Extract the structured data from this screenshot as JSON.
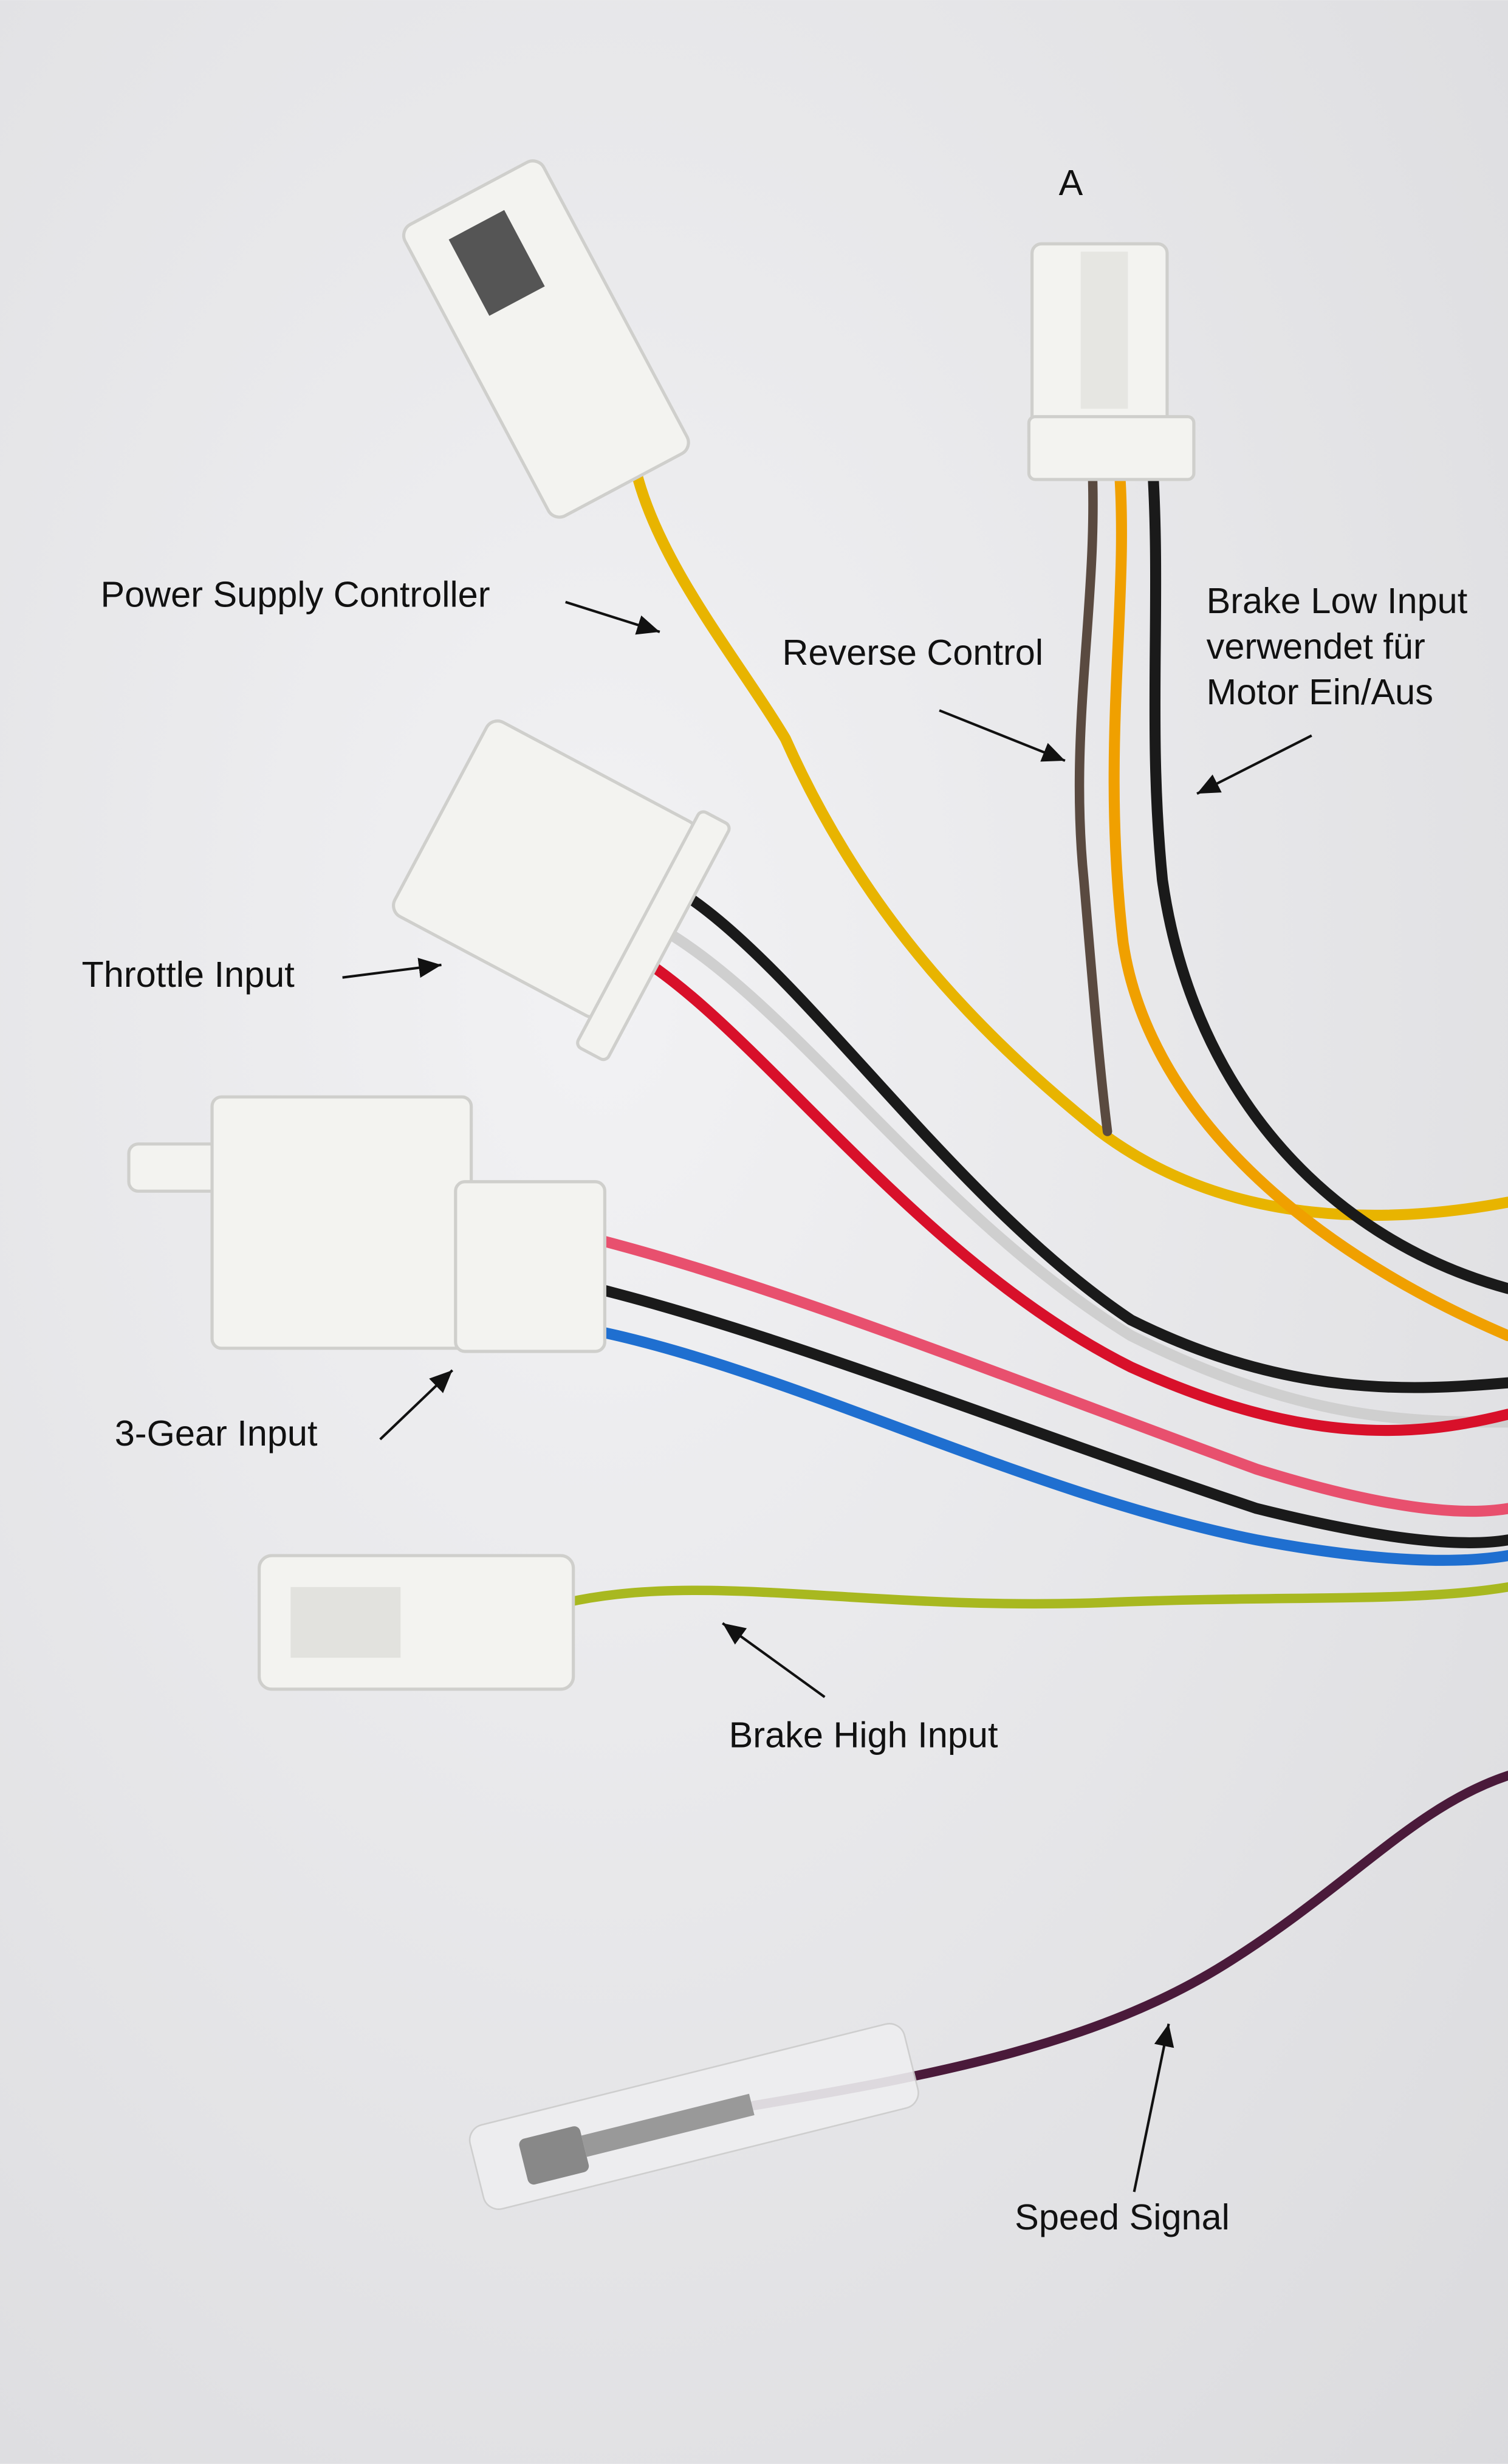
{
  "labels": {
    "a": "A",
    "power_supply": "Power Supply Controller",
    "reverse": "Reverse Control",
    "brake_low_1": "Brake Low Input",
    "brake_low_2": "verwendet für",
    "brake_low_3": "Motor Ein/Aus",
    "throttle": "Throttle Input",
    "gear": "3-Gear Input",
    "brake_high": "Brake High Input",
    "speed": "Speed Signal"
  },
  "colors": {
    "background": "#e9e9eb",
    "yellow": "#e8b400",
    "orange": "#f0a000",
    "red": "#d8102a",
    "black": "#1a1a1a",
    "white_wire": "#cfcfcf",
    "pink": "#e8506e",
    "blue": "#1f6fd0",
    "green_yellow": "#a8b820",
    "purple": "#4a1a3a"
  }
}
